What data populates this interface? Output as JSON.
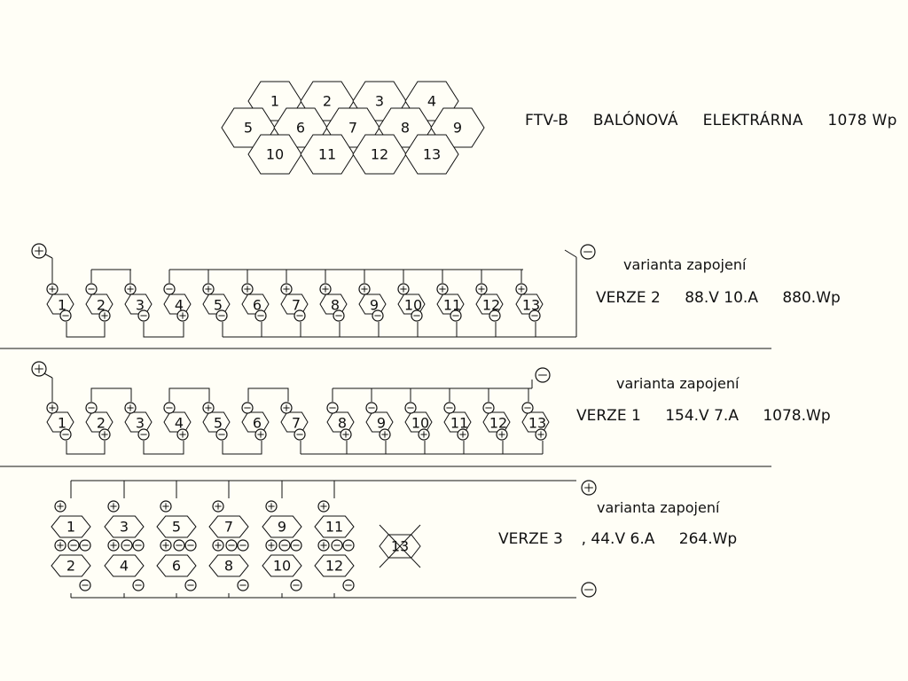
{
  "title": {
    "code": "FTV-B",
    "name": "BALÓNOVÁ",
    "type": "ELEKTRÁRNA",
    "power": "1078 Wp"
  },
  "panels": [
    "1",
    "2",
    "3",
    "4",
    "5",
    "6",
    "7",
    "8",
    "9",
    "10",
    "11",
    "12",
    "13"
  ],
  "plus_symbol": "⊕",
  "minus_symbol": "⊖",
  "verze2": {
    "caption": "varianta zapojení",
    "name": "VERZE 2",
    "voltage": "88.V",
    "current": "10.A",
    "power": "880.Wp"
  },
  "verze1": {
    "caption": "varianta zapojení",
    "name": "VERZE 1",
    "voltage": "154.V",
    "current": "7.A",
    "power": "1078.Wp"
  },
  "verze3": {
    "caption": "varianta zapojení",
    "name": "VERZE 3",
    "separator": ",",
    "voltage": "44.V",
    "current": "6.A",
    "power": "264.Wp",
    "excluded_panel": "13"
  }
}
